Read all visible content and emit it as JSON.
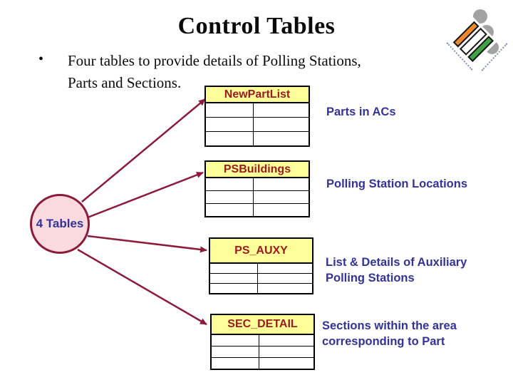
{
  "slide": {
    "title": "Control Tables",
    "bullet": {
      "marker": "•",
      "line1": "Four tables to provide details of Polling Stations,",
      "line2": "Parts and Sections."
    }
  },
  "logo": {
    "icon": "eci-logo",
    "colors": {
      "orange": "#ED8A2F",
      "green": "#43A147",
      "gray": "#A3A3A3"
    }
  },
  "diagram": {
    "hub": {
      "label": "4 Tables",
      "fill": "#FBDADF",
      "border": "#8C1A3A"
    },
    "arrow_color": "#8C1A3A",
    "tables": [
      {
        "name": "NewPartList",
        "caption_line1": "Parts in ACs",
        "caption_line2": "",
        "rows": 3,
        "columns": 2
      },
      {
        "name": "PSBuildings",
        "caption_line1": "Polling Station Locations",
        "caption_line2": "",
        "rows": 3,
        "columns": 2
      },
      {
        "name": "PS_AUXY",
        "caption_line1": "List & Details of Auxiliary",
        "caption_line2": "Polling Stations",
        "rows": 3,
        "columns": 2
      },
      {
        "name": "SEC_DETAIL",
        "caption_line1": "Sections within the area",
        "caption_line2": "corresponding to Part",
        "rows": 3,
        "columns": 2
      }
    ],
    "header_bg": "#FFFF99",
    "header_text_color": "#9A1C20",
    "caption_color": "#333399"
  }
}
